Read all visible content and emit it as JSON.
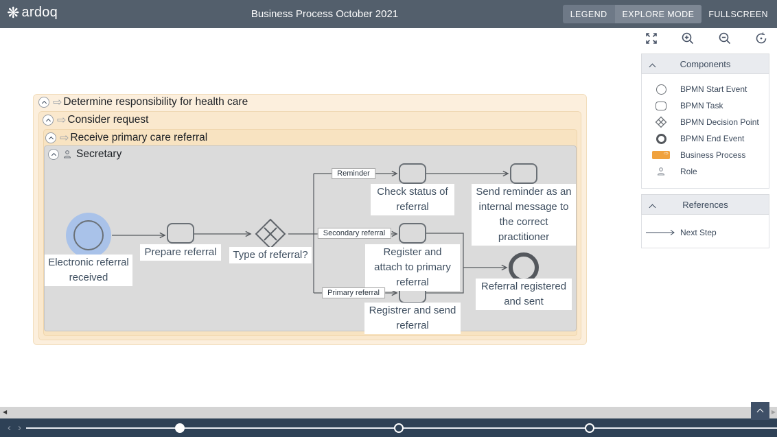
{
  "topbar": {
    "logo": "ardoq",
    "logo_icon": "ardoq-knot-icon",
    "title": "Business Process October 2021",
    "buttons": {
      "legend": "LEGEND",
      "explore_mode": "EXPLORE MODE",
      "fullscreen": "FULLSCREEN"
    }
  },
  "view_toolbar": {
    "icons": [
      "expand-icon",
      "zoom-in-icon",
      "zoom-out-icon",
      "reset-zoom-icon"
    ]
  },
  "legend_panel": {
    "components": {
      "title": "Components",
      "items": [
        {
          "icon": "bpmn-start-event-icon",
          "label": "BPMN Start Event"
        },
        {
          "icon": "bpmn-task-icon",
          "label": "BPMN Task"
        },
        {
          "icon": "bpmn-decision-point-icon",
          "label": "BPMN Decision Point"
        },
        {
          "icon": "bpmn-end-event-icon",
          "label": "BPMN End Event"
        },
        {
          "icon": "business-process-icon",
          "label": "Business Process"
        },
        {
          "icon": "role-icon",
          "label": "Role"
        }
      ]
    },
    "references": {
      "title": "References",
      "items": [
        {
          "icon": "next-step-arrow-icon",
          "label": "Next Step"
        }
      ]
    }
  },
  "process": {
    "levels": [
      {
        "type": "business-process",
        "label": "Determine responsibility for health care"
      },
      {
        "type": "business-process",
        "label": "Consider request"
      },
      {
        "type": "business-process",
        "label": "Receive primary care referral"
      },
      {
        "type": "role",
        "label": "Secretary"
      }
    ],
    "nodes": [
      {
        "type": "bpmn-start-event",
        "label": "Electronic referral received",
        "selected": true
      },
      {
        "type": "bpmn-task",
        "label": "Prepare referral"
      },
      {
        "type": "bpmn-decision-point",
        "label": "Type of referral?"
      },
      {
        "type": "bpmn-task",
        "label": "Check status of referral"
      },
      {
        "type": "bpmn-task",
        "label": "Send reminder as an internal message to the correct practitioner"
      },
      {
        "type": "bpmn-task",
        "label": "Register and attach to primary referral"
      },
      {
        "type": "bpmn-task",
        "label": "Registrer and send referral"
      },
      {
        "type": "bpmn-end-event",
        "label": "Referral registered and sent"
      }
    ],
    "edge_labels": [
      "Reminder",
      "Secondary referral",
      "Primary referral"
    ]
  },
  "bottom": {
    "prev_icon": "chevron-left-icon",
    "next_icon": "chevron-right-icon",
    "collapse_icon": "chevron-up-icon",
    "slide_markers": {
      "total": 3,
      "current_index": 0
    }
  },
  "colors": {
    "topbar_bg": "#535f6c",
    "presentation_bar_bg": "#2e4156",
    "business_process_fill": "#f0a23e",
    "role_container_bg": "#dbdbdb",
    "process_container_bg": "#fae8cd",
    "selection_halo": "#a9c2e9",
    "shape_stroke": "#6a7076",
    "label_text": "#3f4f60"
  }
}
